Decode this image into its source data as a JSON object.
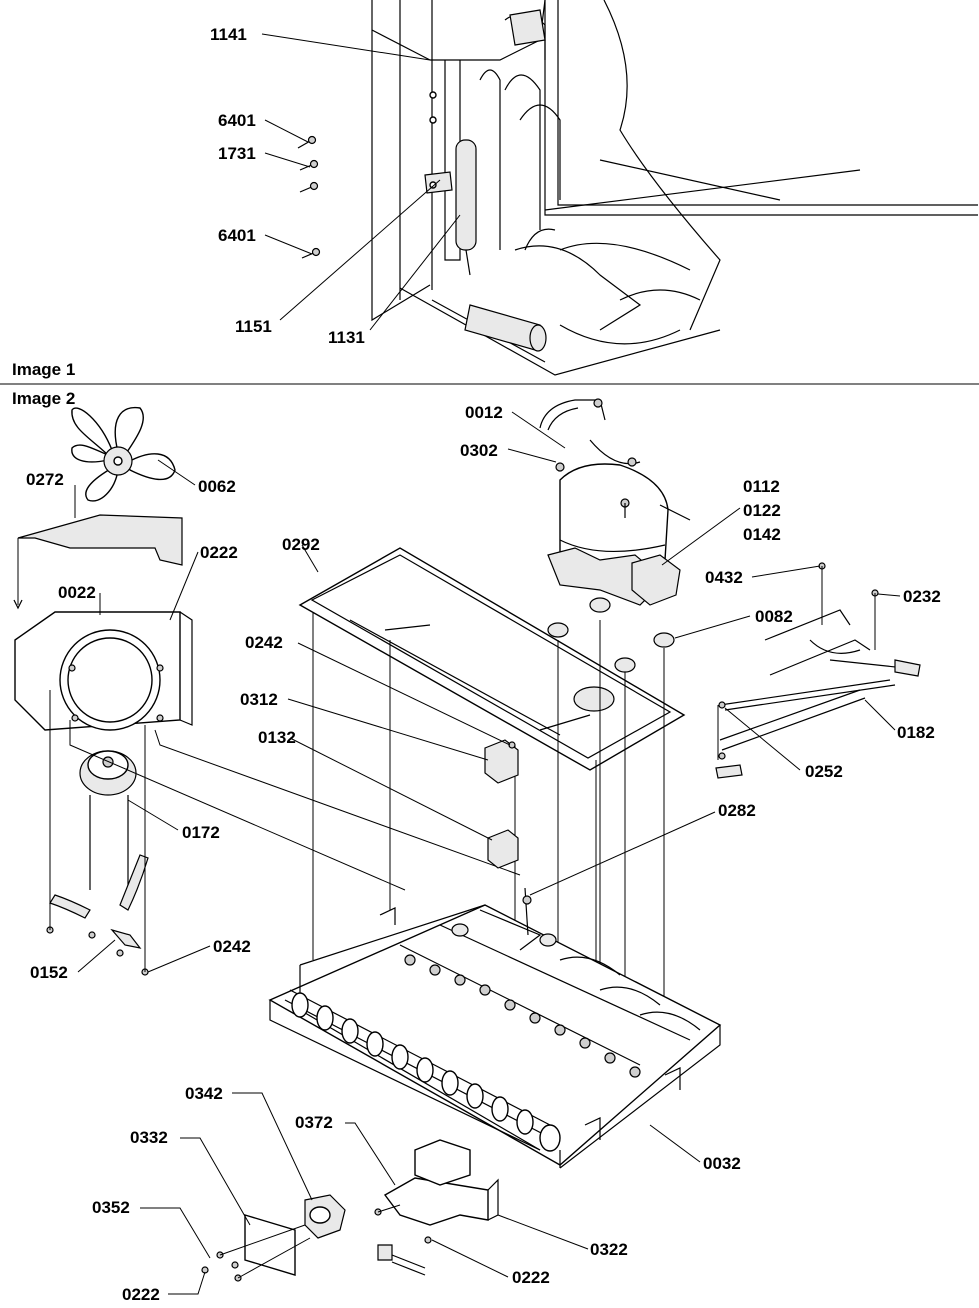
{
  "sections": [
    {
      "title": "Image 1"
    },
    {
      "title": "Image 2"
    }
  ],
  "callouts": {
    "c1141": "1141",
    "c6401a": "6401",
    "c1731": "1731",
    "c6401b": "6401",
    "c1151": "1151",
    "c1131": "1131",
    "c0012": "0012",
    "c0302": "0302",
    "c0112": "0112",
    "c0122": "0122",
    "c0142": "0142",
    "c0272": "0272",
    "c0062": "0062",
    "c0222a": "0222",
    "c0292": "0292",
    "c0432": "0432",
    "c0232": "0232",
    "c0022": "0022",
    "c0082": "0082",
    "c0242a": "0242",
    "c0182": "0182",
    "c0312": "0312",
    "c0252": "0252",
    "c0132": "0132",
    "c0282": "0282",
    "c0172": "0172",
    "c0152": "0152",
    "c0242b": "0242",
    "c0032": "0032",
    "c0342": "0342",
    "c0332": "0332",
    "c0372": "0372",
    "c0352": "0352",
    "c0322": "0322",
    "c0222b": "0222",
    "c0222c": "0222"
  }
}
